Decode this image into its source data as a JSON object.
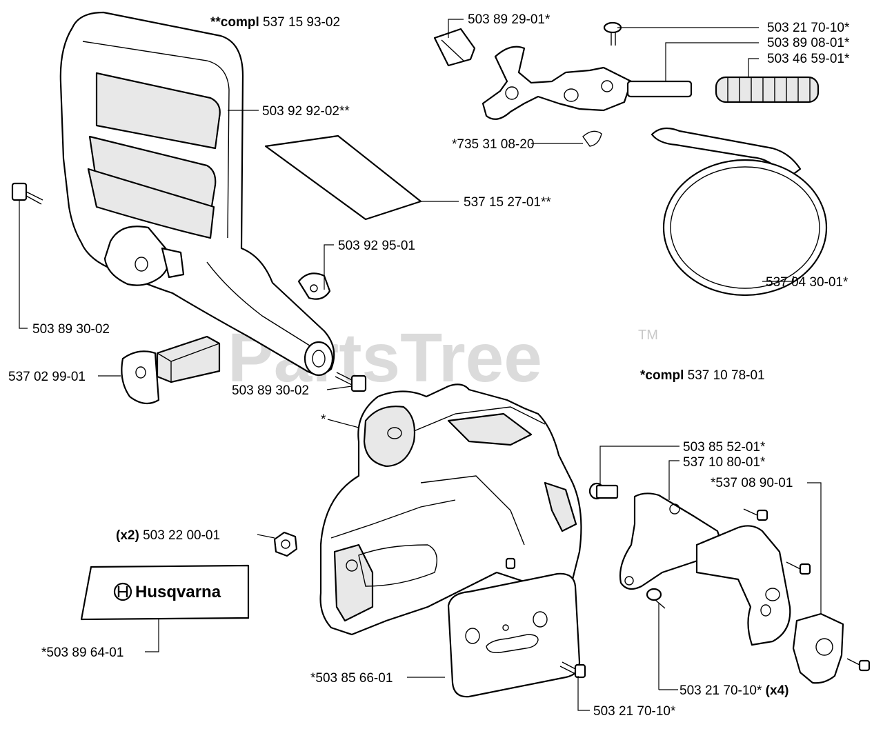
{
  "diagram": {
    "watermark": "PartsTree",
    "watermark_tm": "TM",
    "brand_logo_text": "Husqvarna",
    "labels": [
      {
        "id": "compl-537-15-93-02",
        "prefix": "**compl",
        "text": " 537 15 93-02"
      },
      {
        "id": "503-92-92-02",
        "prefix": "",
        "text": "503 92 92-02**"
      },
      {
        "id": "537-15-27-01",
        "prefix": "",
        "text": "537 15 27-01**"
      },
      {
        "id": "503-92-95-01",
        "prefix": "",
        "text": "503 92 95-01"
      },
      {
        "id": "503-89-30-02-a",
        "prefix": "",
        "text": "503 89 30-02"
      },
      {
        "id": "537-02-99-01",
        "prefix": "",
        "text": "537 02 99-01"
      },
      {
        "id": "503-89-30-02-b",
        "prefix": "",
        "text": "503 89 30-02"
      },
      {
        "id": "503-89-29-01",
        "prefix": "",
        "text": "503 89 29-01*"
      },
      {
        "id": "503-21-70-10-top",
        "prefix": "",
        "text": "503 21 70-10*"
      },
      {
        "id": "503-89-08-01",
        "prefix": "",
        "text": "503 89 08-01*"
      },
      {
        "id": "503-46-59-01",
        "prefix": "",
        "text": "503 46 59-01*"
      },
      {
        "id": "735-31-08-20",
        "prefix": "",
        "text": "*735 31 08-20"
      },
      {
        "id": "537-04-30-01",
        "prefix": "",
        "text": "537 04 30-01*"
      },
      {
        "id": "compl-537-10-78-01",
        "prefix": "*compl",
        "text": " 537 10 78-01"
      },
      {
        "id": "asterisk",
        "prefix": "",
        "text": "*"
      },
      {
        "id": "503-85-52-01",
        "prefix": "",
        "text": "503 85 52-01*"
      },
      {
        "id": "537-10-80-01",
        "prefix": "",
        "text": "537 10 80-01*"
      },
      {
        "id": "537-08-90-01",
        "prefix": "",
        "text": "*537 08 90-01"
      },
      {
        "id": "503-22-00-01",
        "prefix": "(x2)",
        "text": " 503 22 00-01"
      },
      {
        "id": "503-89-64-01",
        "prefix": "",
        "text": "*503 89 64-01"
      },
      {
        "id": "503-85-66-01",
        "prefix": "",
        "text": "*503 85 66-01"
      },
      {
        "id": "503-21-70-10-x4",
        "prefix": "",
        "text": "503 21 70-10* ",
        "suffix": "(x4)"
      },
      {
        "id": "503-21-70-10-bottom",
        "prefix": "",
        "text": "503 21 70-10*"
      }
    ]
  }
}
